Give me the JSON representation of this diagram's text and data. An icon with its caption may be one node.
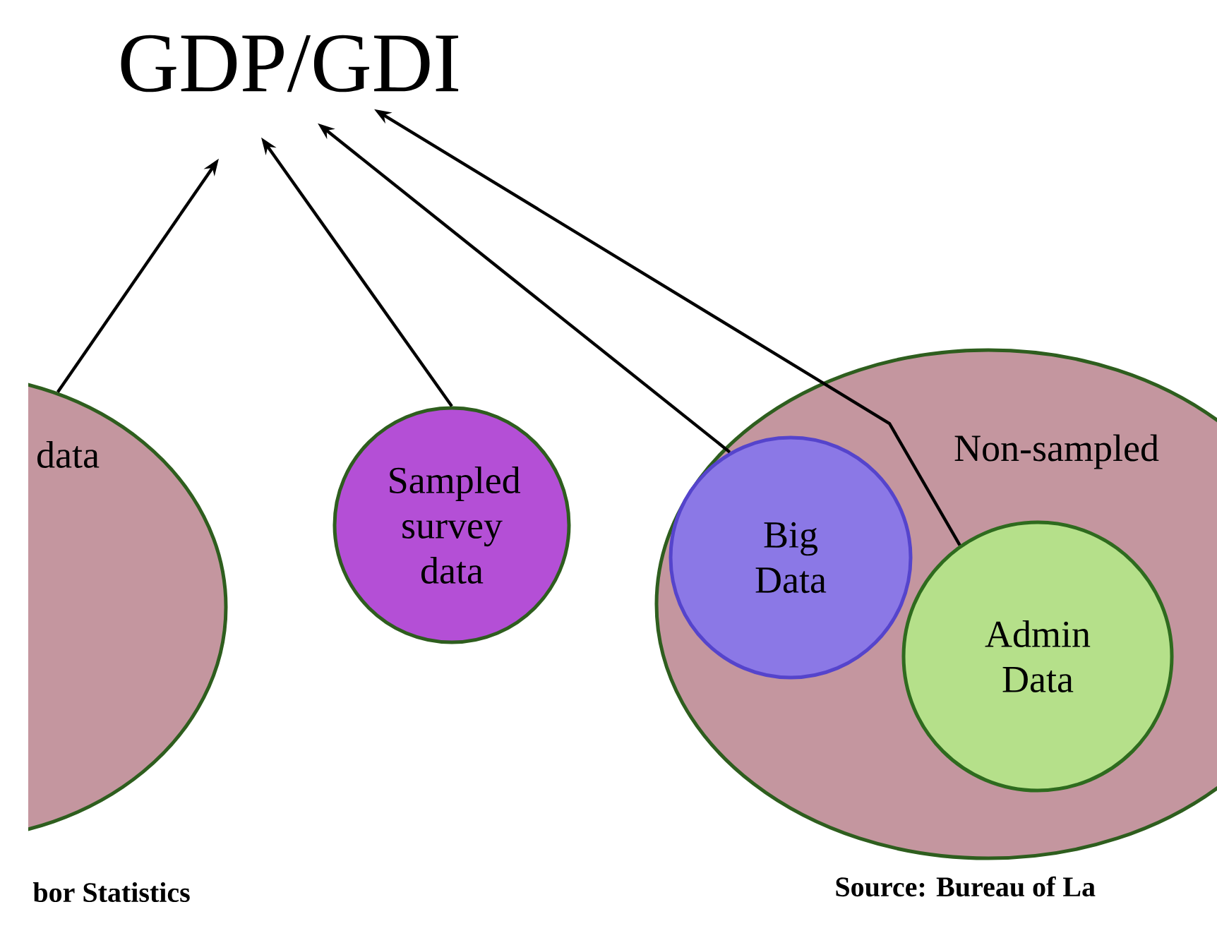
{
  "diagram": {
    "nodes": [
      {
        "text": [
          "GDP/GDI"
        ]
      },
      {
        "text": [
          "data"
        ]
      },
      {
        "text": [
          "Sampled survey data"
        ]
      },
      {
        "text": [
          "Non-sampled"
        ]
      },
      {
        "text": [
          "Big Data"
        ],
        "in": 3
      },
      {
        "text": [
          "Admin Data"
        ],
        "in": 3
      }
    ],
    "edges": [
      {
        "from": 1,
        "to": 0,
        "arrow": "to"
      },
      {
        "from": 2,
        "to": 0,
        "arrow": "to"
      },
      {
        "from": 4,
        "to": 0,
        "arrow": "to"
      },
      {
        "from": 5,
        "to": 0,
        "arrow": "to"
      }
    ],
    "labels": [
      "bor Statistics",
      "Source: Bureau of La"
    ]
  }
}
